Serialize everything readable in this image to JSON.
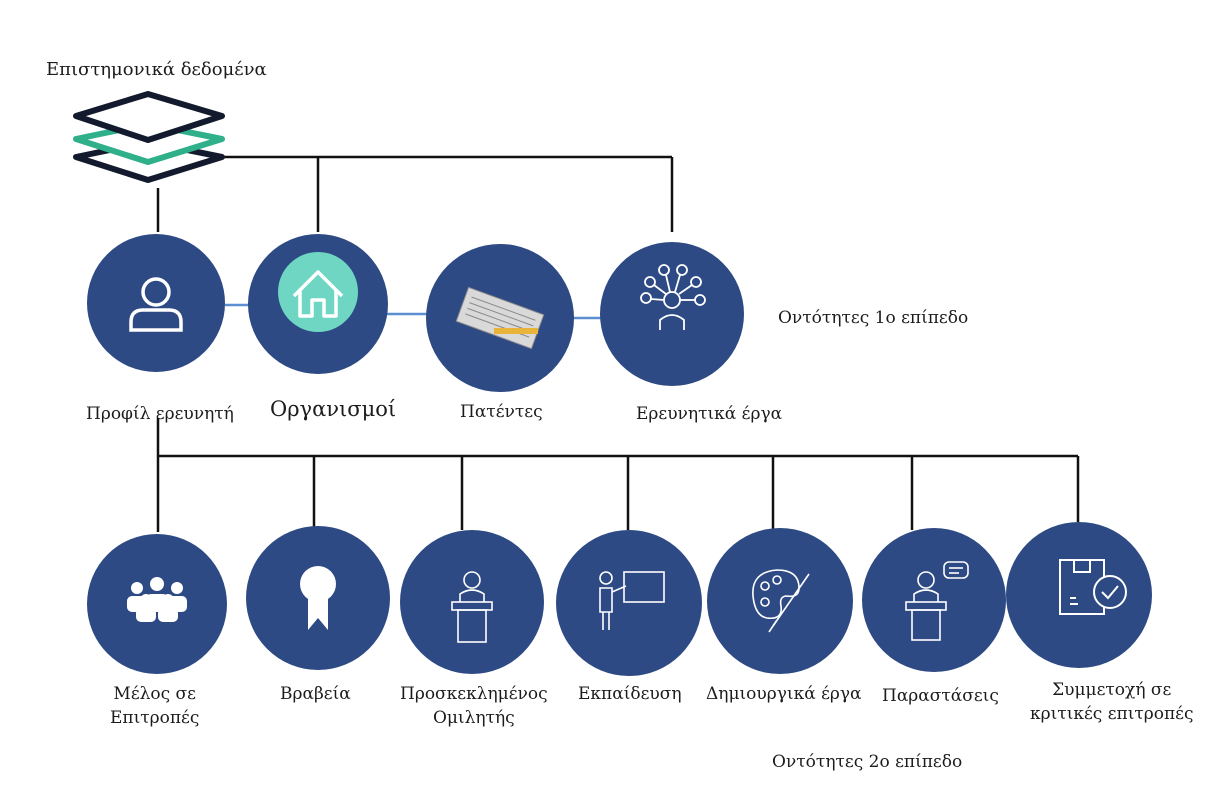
{
  "title": "Επιστημονικά δεδομένα",
  "level1_label": "Οντότητες 1ο επίπεδο",
  "level2_label": "Οντότητες 2ο επίπεδο",
  "colors": {
    "node_fill": "#2d4a84",
    "connector": "#111111",
    "link_blue": "#5b8fd0",
    "accent_teal": "#2fb08a"
  },
  "level1": [
    {
      "label": "Προφίλ ερευνητή",
      "icon": "user-icon"
    },
    {
      "label": "Οργανισμοί",
      "icon": "house-icon"
    },
    {
      "label": "Πατέντες",
      "icon": "document-pen-icon"
    },
    {
      "label": "Ερευνητικά έργα",
      "icon": "research-network-icon"
    }
  ],
  "level2": [
    {
      "label": "Μέλος σε\nΕπιτροπές",
      "icon": "group-icon"
    },
    {
      "label": "Βραβεία",
      "icon": "award-ribbon-icon"
    },
    {
      "label": "Προσκεκλημένος\nΟμιλητής",
      "icon": "speaker-podium-icon"
    },
    {
      "label": "Εκπαίδευση",
      "icon": "teacher-board-icon"
    },
    {
      "label": "Δημιουργικά έργα",
      "icon": "palette-brush-icon"
    },
    {
      "label": "Παραστάσεις",
      "icon": "speech-podium-icon"
    },
    {
      "label": "Συμμετοχή σε\nκριτικές επιτροπές",
      "icon": "box-check-icon"
    }
  ]
}
